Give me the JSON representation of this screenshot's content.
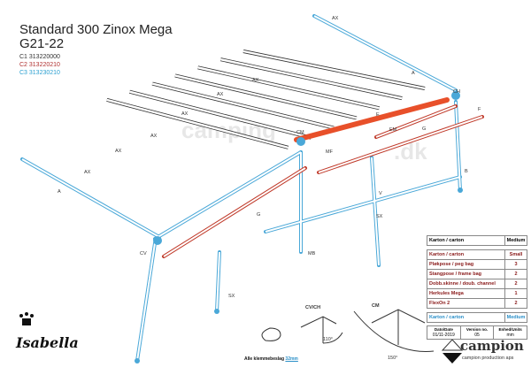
{
  "header": {
    "title_line1": "Standard 300 Zinox Mega",
    "title_line2": "G21-22"
  },
  "codes": [
    {
      "text": "C1 313220000",
      "color": "#333333"
    },
    {
      "text": "C2 313220210",
      "color": "#b03030"
    },
    {
      "text": "C3 313230210",
      "color": "#2a9fd0"
    }
  ],
  "colors": {
    "c1": "#333333",
    "c2": "#c03a2a",
    "c3": "#4aa8d8",
    "ridge": "#e8502a"
  },
  "labels": {
    "ax": "AX",
    "a": "A",
    "e": "E",
    "em": "EM",
    "g": "G",
    "cm": "CM",
    "ch": "CH",
    "mf": "MF",
    "cv": "CV",
    "sx": "SX",
    "v": "V",
    "b": "B",
    "mb": "MB",
    "f": "F"
  },
  "table": {
    "header": {
      "label": "Karton / carton",
      "value": "Medium"
    },
    "rows": [
      {
        "label": "Karton / carton",
        "value": "Small"
      },
      {
        "label": "Pløkpose / peg bag",
        "value": "3"
      },
      {
        "label": "Stangpose / frame bag",
        "value": "2"
      },
      {
        "label": "Dobb.skinne / doub. channel",
        "value": "2"
      },
      {
        "label": "Herkules Mega",
        "value": "1"
      },
      {
        "label": "FlexOn 2",
        "value": "2"
      }
    ],
    "footer": {
      "label": "Karton / carton",
      "value": "Medium"
    },
    "info": [
      {
        "label": "Dato/Date",
        "value": "01/11-2019"
      },
      {
        "label": "Version no.",
        "value": "05"
      },
      {
        "label": "Enhed/Units",
        "value": "mm"
      }
    ]
  },
  "details": {
    "cvch": "CV/CH",
    "cm": "CM",
    "angle1": "110°",
    "angle2": "150°",
    "note": "Alle klemmebeslag",
    "note_value": "32mm"
  },
  "brand": {
    "isabella": "Isabella",
    "campion": "campion",
    "campion_sub": "campion production aps"
  },
  "watermark": "camping-rejse.dk"
}
